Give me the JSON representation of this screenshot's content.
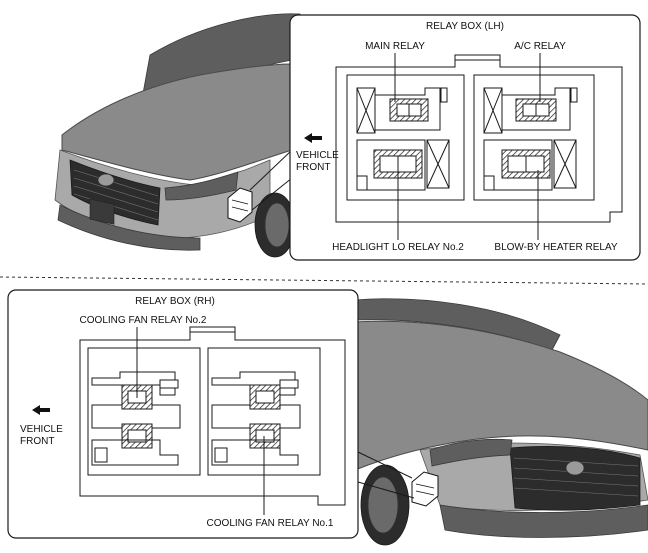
{
  "top": {
    "title": "RELAY BOX (LH)",
    "labels": {
      "main_relay": "MAIN RELAY",
      "ac_relay": "A/C RELAY",
      "headlight_lo": "HEADLIGHT LO RELAY No.2",
      "blowby": "BLOW-BY HEATER RELAY"
    },
    "vehicle_front": [
      "VEHICLE",
      "FRONT"
    ]
  },
  "bottom": {
    "title": "RELAY BOX (RH)",
    "labels": {
      "fan2": "COOLING FAN RELAY No.2",
      "fan1": "COOLING FAN RELAY No.1"
    },
    "vehicle_front": [
      "VEHICLE",
      "FRONT"
    ]
  }
}
